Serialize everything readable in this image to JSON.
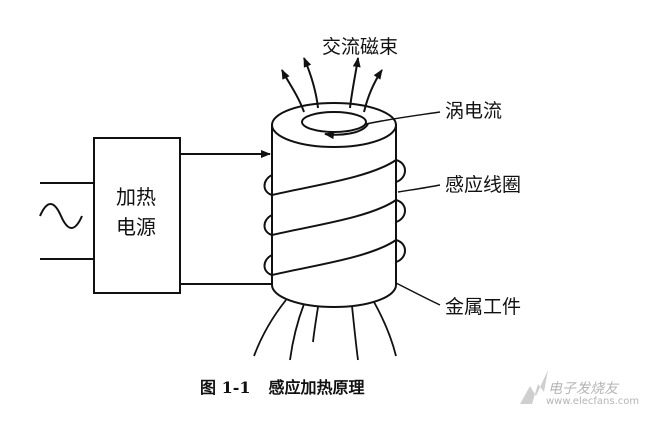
{
  "labels": {
    "ac_flux": "交流磁束",
    "eddy_current": "涡电流",
    "induction_coil": "感应线圈",
    "metal_workpiece": "金属工件",
    "power_supply_line1": "加热",
    "power_supply_line2": "电源",
    "ac_symbol": "∼"
  },
  "caption": {
    "figure_no": "图 1-1",
    "title": "感应加热原理"
  },
  "watermark": {
    "text": "电子发烧友",
    "url": "www.elecfans.com"
  },
  "colors": {
    "line": "#111111",
    "background": "#ffffff",
    "watermark": "#b5b5b5"
  }
}
